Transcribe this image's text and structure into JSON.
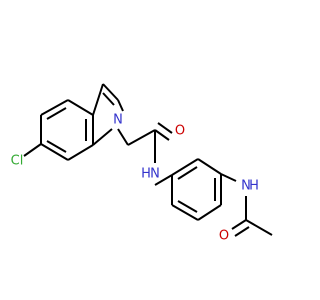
{
  "colors": {
    "carbon": "#000000",
    "nitrogen": "#3333cc",
    "oxygen": "#cc0000",
    "chlorine": "#33aa33",
    "background": "#ffffff"
  },
  "atoms": {
    "cl": {
      "text": "Cl",
      "element": "chlorine"
    },
    "n_indole": {
      "text": "N",
      "element": "nitrogen"
    },
    "o_amide": {
      "text": "O",
      "element": "oxygen"
    },
    "nh_amide": {
      "text": "N",
      "element": "nitrogen"
    },
    "h_amide": {
      "text": "H",
      "element": "nitrogen"
    },
    "nh_acetyl": {
      "text": "N",
      "element": "nitrogen"
    },
    "h_acetyl": {
      "text": "H",
      "element": "nitrogen"
    },
    "o_acetyl": {
      "text": "O",
      "element": "oxygen"
    }
  }
}
